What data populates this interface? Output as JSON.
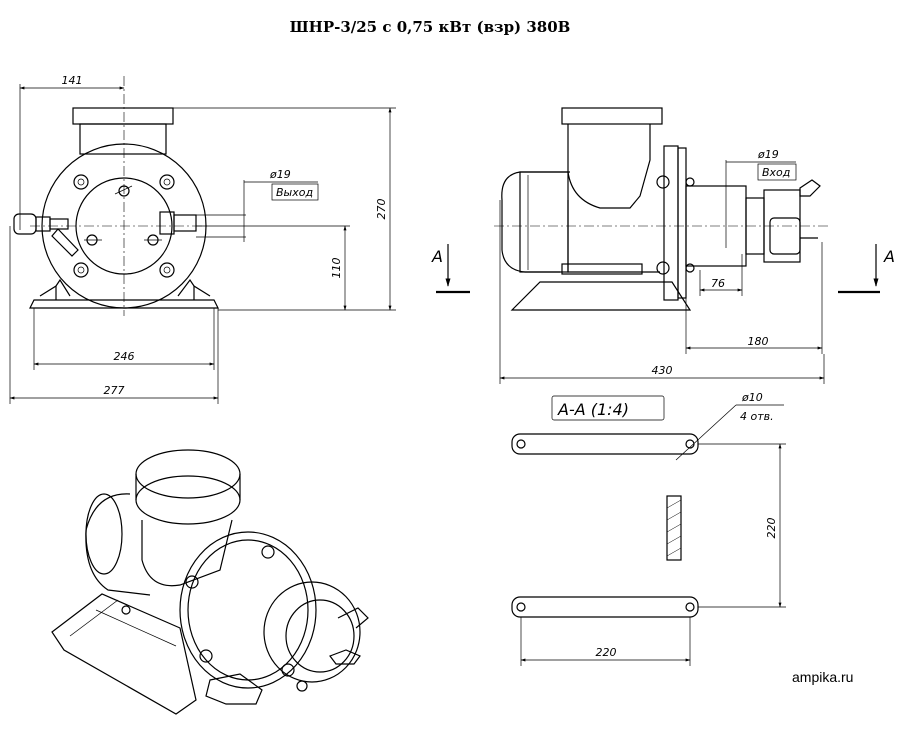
{
  "title": "ШНР-3/25 с 0,75 кВт (взр)  380В",
  "front_view": {
    "dim_141": "141",
    "dim_270": "270",
    "dim_110": "110",
    "dim_246": "246",
    "dim_277": "277",
    "outlet_dia": "ø19",
    "outlet_label": "Выход"
  },
  "side_view": {
    "inlet_dia": "ø19",
    "inlet_label": "Вход",
    "dim_76": "76",
    "dim_180": "180",
    "dim_430": "430",
    "section_mark_left": "A",
    "section_mark_right": "A"
  },
  "section_view": {
    "title": "А-А (1:4)",
    "hole_dia": "ø10",
    "hole_count": "4 отв.",
    "dim_220_vertical": "220",
    "dim_220_horizontal": "220"
  },
  "site": "ampika.ru"
}
